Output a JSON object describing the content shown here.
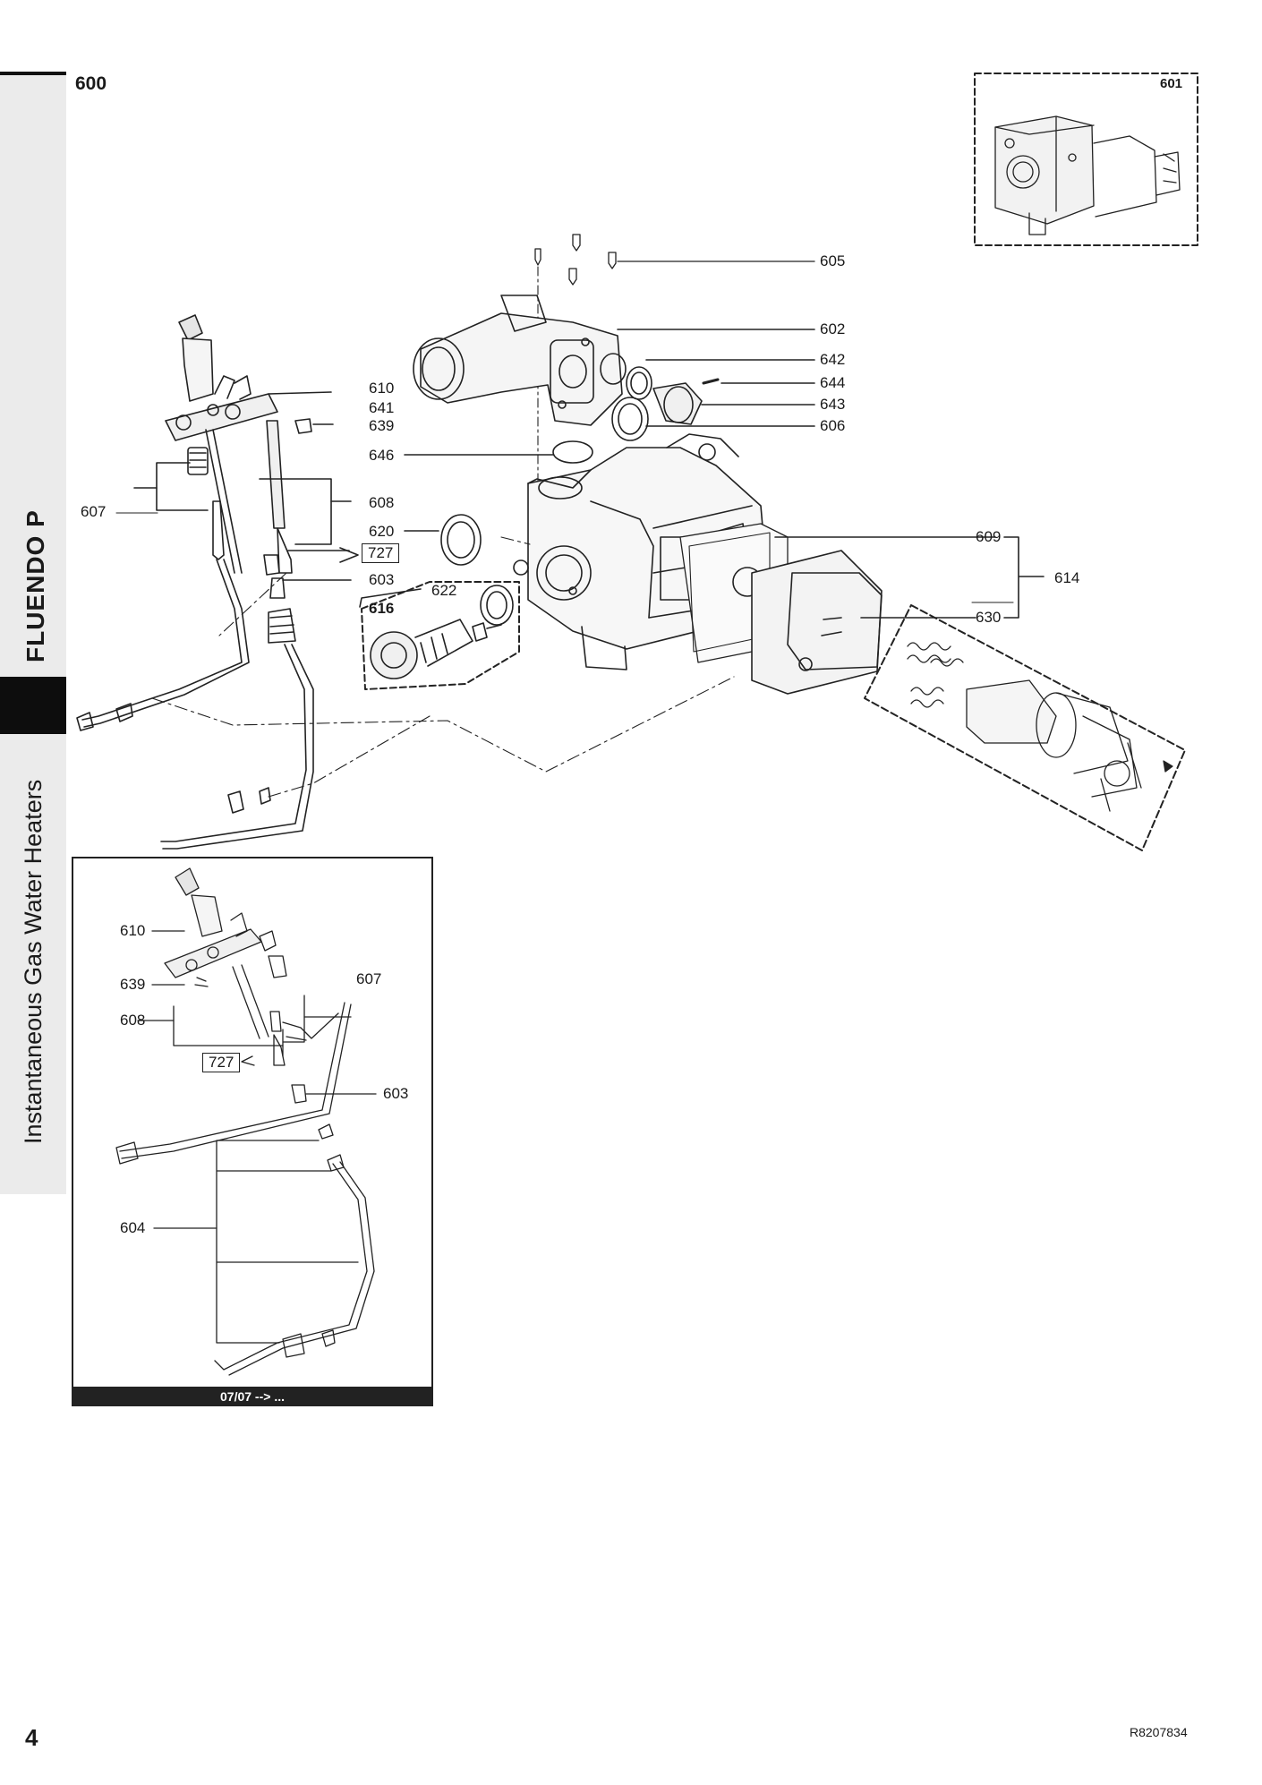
{
  "header": {
    "section": "600",
    "model": "FLUENDO P",
    "series": "Instantaneous Gas Water Heaters",
    "page_number": "4",
    "doc_ref": "R8207834"
  },
  "main_labels": {
    "l601": "601",
    "l605": "605",
    "l602": "602",
    "l642": "642",
    "l644": "644",
    "l643": "643",
    "l606": "606",
    "l610": "610",
    "l641": "641",
    "l639": "639",
    "l646": "646",
    "l607": "607",
    "l608": "608",
    "l620": "620",
    "l727": "727",
    "l603": "603",
    "l622": "622",
    "l616": "616",
    "l609": "609",
    "l614": "614",
    "l630": "630"
  },
  "inset": {
    "l610": "610",
    "l607": "607",
    "l639": "639",
    "l608": "608",
    "l727": "727",
    "l603": "603",
    "l604": "604",
    "footer": "07/07 --> ..."
  }
}
